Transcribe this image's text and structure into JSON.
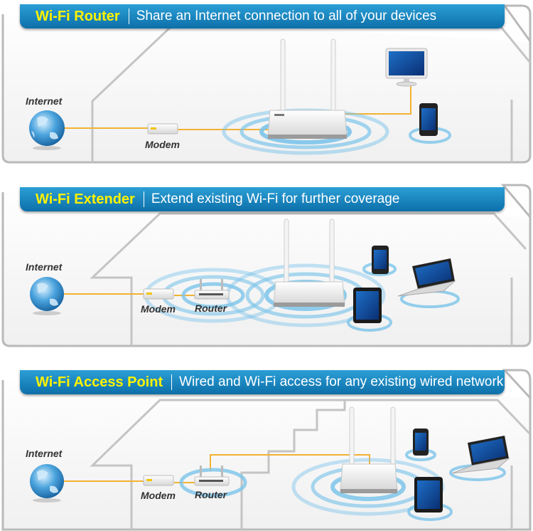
{
  "panels": [
    {
      "title": "Wi-Fi Router",
      "subtitle": "Share an Internet connection to all of your devices",
      "labels": {
        "internet": "Internet",
        "modem": "Modem"
      }
    },
    {
      "title": "Wi-Fi Extender",
      "subtitle": "Extend existing Wi-Fi for further coverage",
      "labels": {
        "internet": "Internet",
        "modem": "Modem",
        "router": "Router"
      }
    },
    {
      "title": "Wi-Fi Access Point",
      "subtitle": "Wired and Wi-Fi access for any existing wired network",
      "labels": {
        "internet": "Internet",
        "modem": "Modem",
        "router": "Router"
      }
    }
  ],
  "colors": {
    "banner": "#1a86c4",
    "title": "#fff200",
    "cable": "#f2b233",
    "wifi": "#7cc4ea"
  }
}
